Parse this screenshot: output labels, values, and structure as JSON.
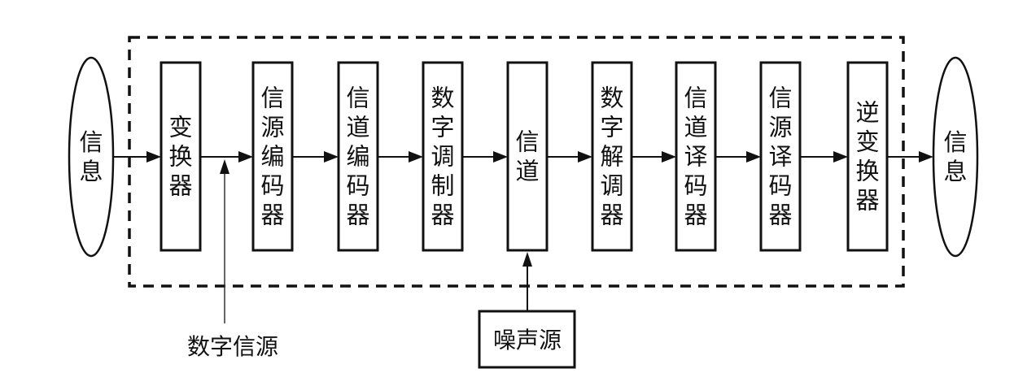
{
  "diagram": {
    "title": "数字通信系统模型",
    "source": {
      "label": "信息"
    },
    "sink": {
      "label": "信息"
    },
    "blocks": [
      {
        "id": "converter",
        "label": "变换器"
      },
      {
        "id": "source-encoder",
        "label": "信源编码器"
      },
      {
        "id": "channel-encoder",
        "label": "信道编码器"
      },
      {
        "id": "digital-modulator",
        "label": "数字调制器"
      },
      {
        "id": "channel",
        "label": "信道"
      },
      {
        "id": "digital-demodulator",
        "label": "数字解调器"
      },
      {
        "id": "channel-decoder",
        "label": "信道译码器"
      },
      {
        "id": "source-decoder",
        "label": "信源译码器"
      },
      {
        "id": "inverse-converter",
        "label": "逆变换器"
      }
    ],
    "digital_source": {
      "label": "数字信源",
      "joins_after": "converter"
    },
    "noise_source": {
      "label": "噪声源",
      "feeds": "channel"
    },
    "colors": {
      "stroke": "#111111",
      "background": "#ffffff"
    }
  }
}
